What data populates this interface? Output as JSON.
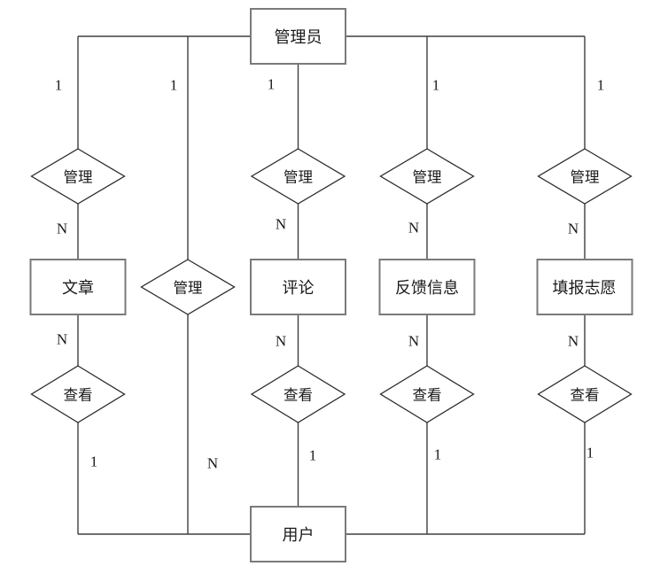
{
  "diagram": {
    "title": "admin-user-er-diagram",
    "entities": {
      "admin": {
        "label": "管理员"
      },
      "article": {
        "label": "文章"
      },
      "comment": {
        "label": "评论"
      },
      "feedback": {
        "label": "反馈信息"
      },
      "application": {
        "label": "填报志愿"
      },
      "user": {
        "label": "用户"
      }
    },
    "relationships": {
      "manage": {
        "label": "管理"
      },
      "view": {
        "label": "查看"
      }
    },
    "cardinalities": {
      "one": "1",
      "many": "N"
    },
    "colors": {
      "background": "#ffffff",
      "connector_line": "#3f3f3f",
      "entity_border": "#7a7a7a",
      "relationship_border": "#2b2b2b",
      "text": "#1a1a1a"
    }
  }
}
